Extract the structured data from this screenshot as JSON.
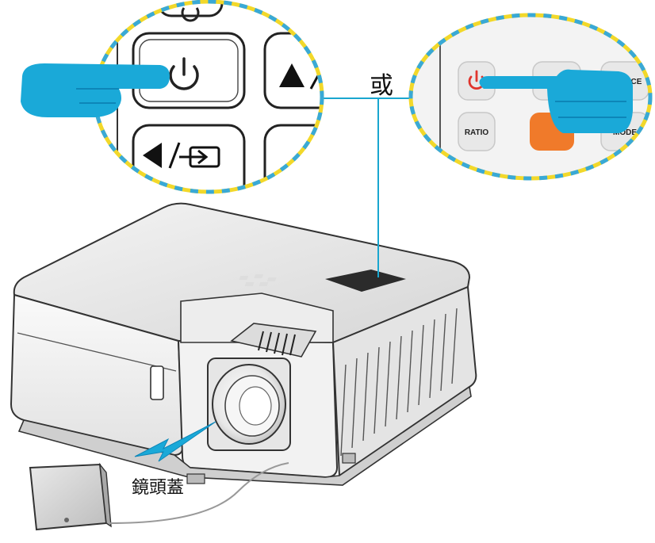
{
  "labels": {
    "or": "或",
    "lens_cap": "鏡頭蓋"
  },
  "remote": {
    "source_label": "SOURCE",
    "ratio_label": "RATIO",
    "mode_label": "MODE"
  },
  "icons": {
    "hand": "pointing-hand-icon",
    "power": "power-icon",
    "up": "up-arrow-icon",
    "left_source": "left-source-icon",
    "arrow": "pull-arrow-icon"
  },
  "colors": {
    "hand": "#1aa9d8",
    "hand_dark": "#0d86b8",
    "callout_border": "#f2d82a",
    "callout_dash": "#39a9d6",
    "leader_line": "#19a6cf",
    "power_red": "#e0342c",
    "orange_key": "#f07a2a",
    "line_dark": "#333333"
  }
}
